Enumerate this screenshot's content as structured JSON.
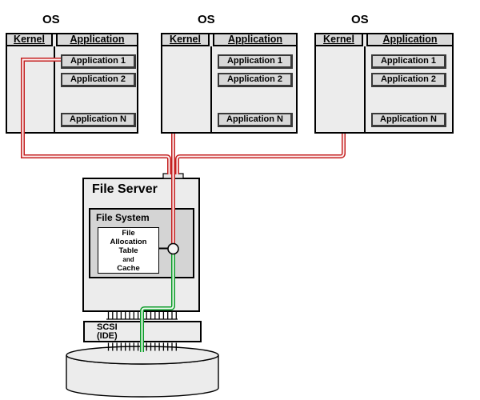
{
  "os_groups": [
    {
      "title": "OS",
      "kernel_label": "Kernel",
      "application_label": "Application",
      "apps": [
        "Application 1",
        "Application 2",
        "Application N"
      ]
    },
    {
      "title": "OS",
      "kernel_label": "Kernel",
      "application_label": "Application",
      "apps": [
        "Application 1",
        "Application 2",
        "Application N"
      ]
    },
    {
      "title": "OS",
      "kernel_label": "Kernel",
      "application_label": "Application",
      "apps": [
        "Application 1",
        "Application 2",
        "Application N"
      ]
    }
  ],
  "file_server": {
    "title": "File Server",
    "file_system": {
      "title": "File System",
      "fat": {
        "lines": [
          "File",
          "Allocation",
          "Table",
          "and",
          "Cache"
        ]
      }
    }
  },
  "scsi": {
    "label": "SCSI\n(IDE)"
  },
  "colors": {
    "cable_red": "#c42020",
    "cable_red_core": "#fdf0f0",
    "cable_green": "#0b9b28",
    "cable_green_core": "#effaef",
    "box_fill": "#ececec",
    "panel_fill": "#d4d4d4",
    "header_fill": "#d9d9d9",
    "outline": "#000000"
  }
}
